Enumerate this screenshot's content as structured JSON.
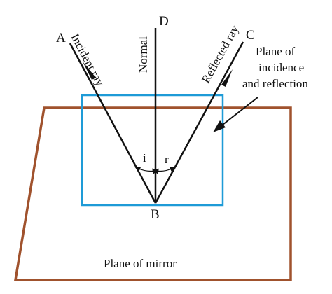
{
  "points": {
    "a": "A",
    "b": "B",
    "c": "C",
    "d": "D"
  },
  "labels": {
    "incident_ray": "Incident ray",
    "reflected_ray": "Reflected ray",
    "normal": "Normal",
    "angle_i": "i",
    "angle_r": "r",
    "plane_incidence_line1": "Plane of",
    "plane_incidence_line2": "incidence",
    "plane_incidence_line3": "and reflection",
    "plane_mirror": "Plane of mirror"
  },
  "colors": {
    "mirror_plane": "#a0522d",
    "incidence_plane": "#1e9bd7",
    "rays": "#111111"
  }
}
